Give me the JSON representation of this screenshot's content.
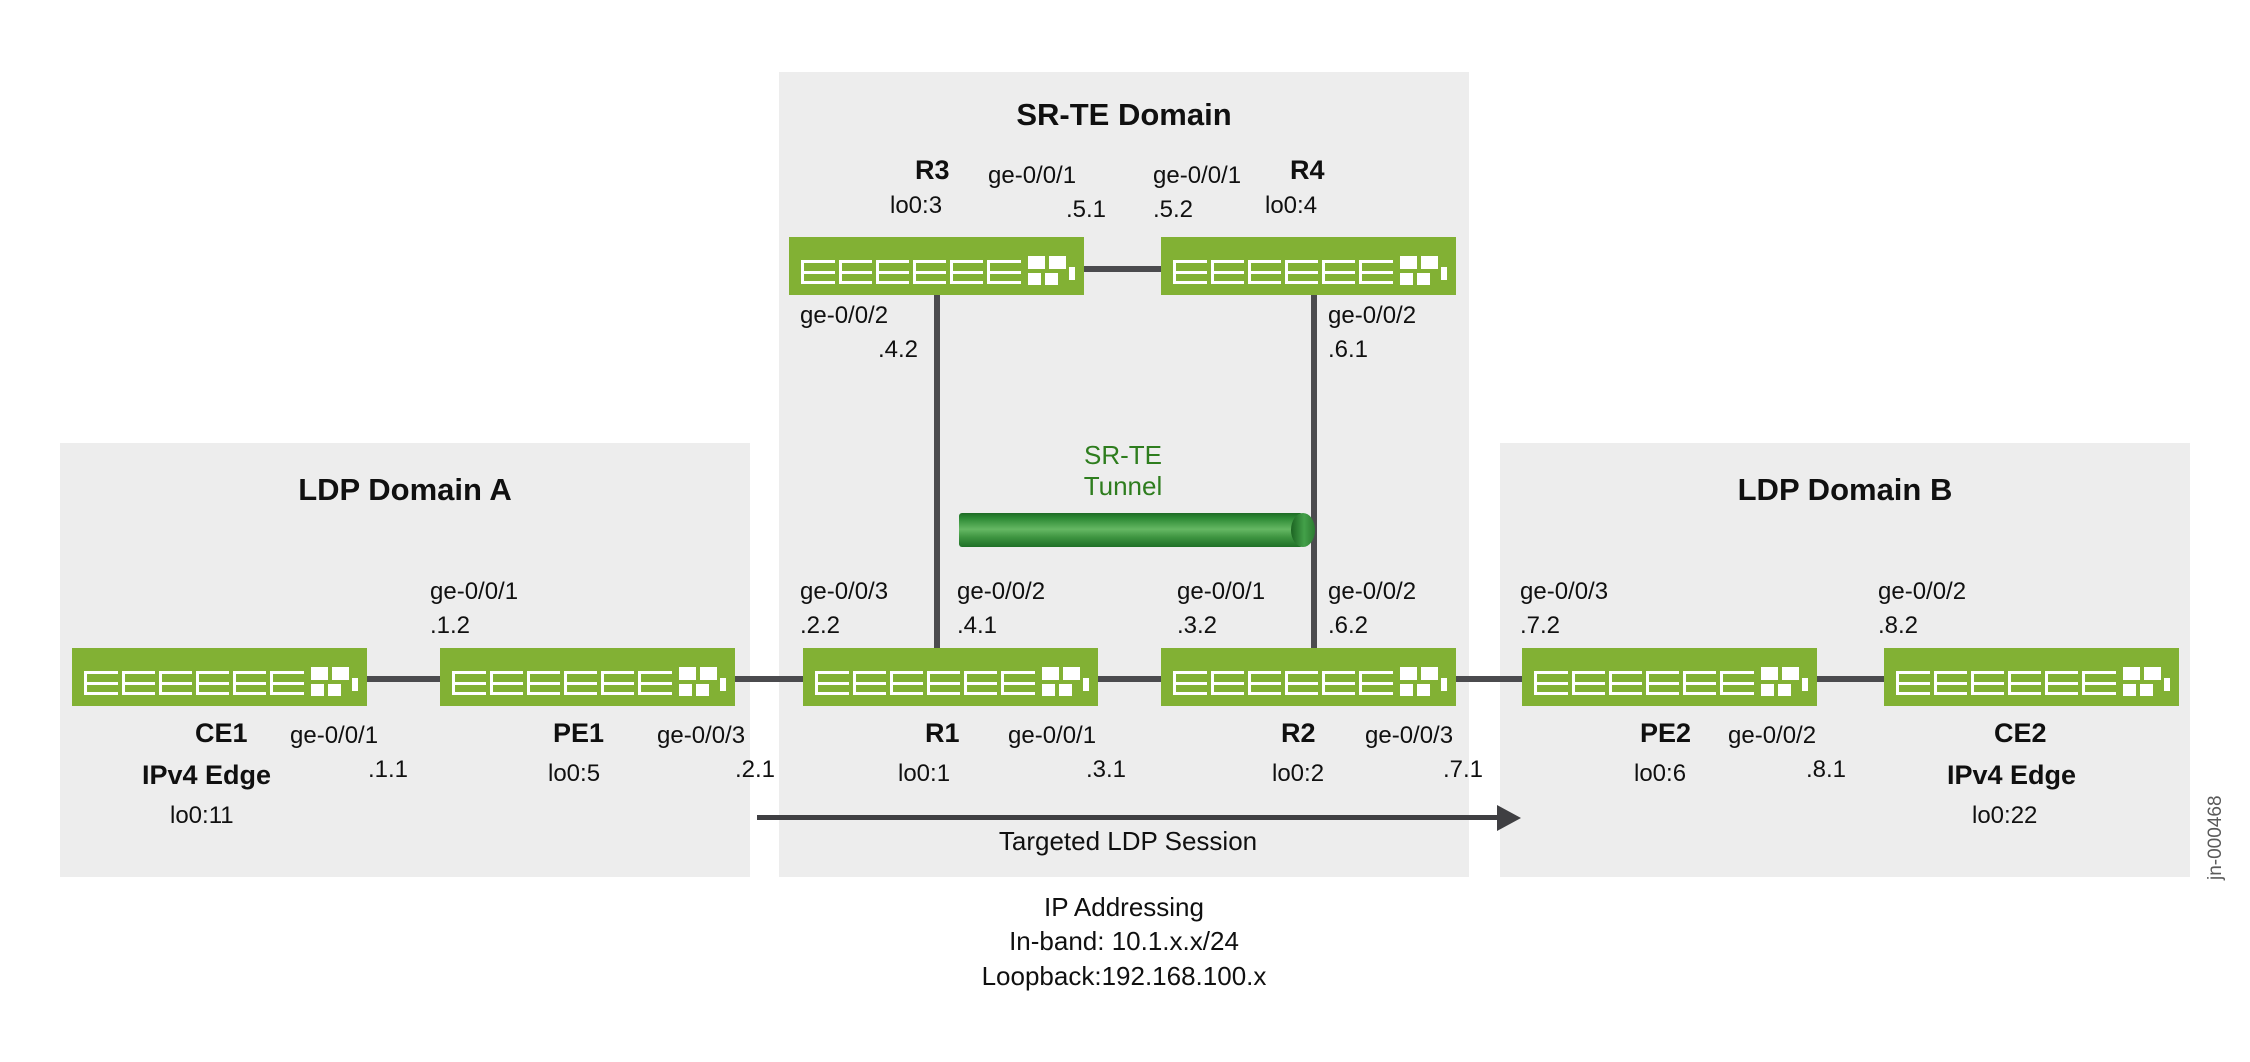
{
  "diagram": {
    "title": "SR-TE Domain topology with LDP Domains A and B",
    "watermark": "jn-000468",
    "colors": {
      "device_green": "#82b134",
      "domain_bg": "#ededed",
      "link_gray": "#4b4b4e",
      "tunnel_green": "#2e7d1e",
      "text": "#101010"
    }
  },
  "domains": {
    "ldp_a": {
      "title": "LDP Domain A"
    },
    "srte": {
      "title": "SR-TE Domain"
    },
    "ldp_b": {
      "title": "LDP Domain B"
    }
  },
  "tunnel": {
    "label_line1": "SR-TE",
    "label_line2": "Tunnel"
  },
  "session": {
    "label": "Targeted LDP Session"
  },
  "caption": {
    "line1": "IP Addressing",
    "line2": "In-band: 10.1.x.x/24",
    "line3": "Loopback:192.168.100.x"
  },
  "nodes": {
    "ce1": {
      "name": "CE1",
      "role": "IPv4 Edge",
      "loopback": "lo0:11"
    },
    "pe1": {
      "name": "PE1",
      "loopback": "lo0:5"
    },
    "r1": {
      "name": "R1",
      "loopback": "lo0:1"
    },
    "r2": {
      "name": "R2",
      "loopback": "lo0:2"
    },
    "pe2": {
      "name": "PE2",
      "loopback": "lo0:6"
    },
    "ce2": {
      "name": "CE2",
      "role": "IPv4 Edge",
      "loopback": "lo0:22"
    },
    "r3": {
      "name": "R3",
      "loopback": "lo0:3"
    },
    "r4": {
      "name": "R4",
      "loopback": "lo0:4"
    }
  },
  "interfaces": {
    "ce1_to_pe1": {
      "port": "ge-0/0/1",
      "addr": ".1.1"
    },
    "pe1_to_ce1": {
      "port": "ge-0/0/1",
      "addr": ".1.2"
    },
    "pe1_to_r1": {
      "port": "ge-0/0/3",
      "addr": ".2.1"
    },
    "r1_to_pe1": {
      "port": "ge-0/0/3",
      "addr": ".2.2"
    },
    "r1_to_r3": {
      "port": "ge-0/0/2",
      "addr": ".4.1"
    },
    "r3_to_r1": {
      "port": "ge-0/0/2",
      "addr": ".4.2"
    },
    "r3_to_r4": {
      "port": "ge-0/0/1",
      "addr": ".5.1"
    },
    "r4_to_r3": {
      "port": "ge-0/0/1",
      "addr": ".5.2"
    },
    "r4_to_r2": {
      "port": "ge-0/0/2",
      "addr": ".6.1"
    },
    "r2_to_r4": {
      "port": "ge-0/0/2",
      "addr": ".6.2"
    },
    "r1_to_r2": {
      "port": "ge-0/0/1",
      "addr": ".3.1"
    },
    "r2_to_r1": {
      "port": "ge-0/0/1",
      "addr": ".3.2"
    },
    "r2_to_pe2": {
      "port": "ge-0/0/3",
      "addr": ".7.1"
    },
    "pe2_to_r2": {
      "port": "ge-0/0/3",
      "addr": ".7.2"
    },
    "pe2_to_ce2": {
      "port": "ge-0/0/2",
      "addr": ".8.1"
    },
    "ce2_to_pe2": {
      "port": "ge-0/0/2",
      "addr": ".8.2"
    }
  }
}
